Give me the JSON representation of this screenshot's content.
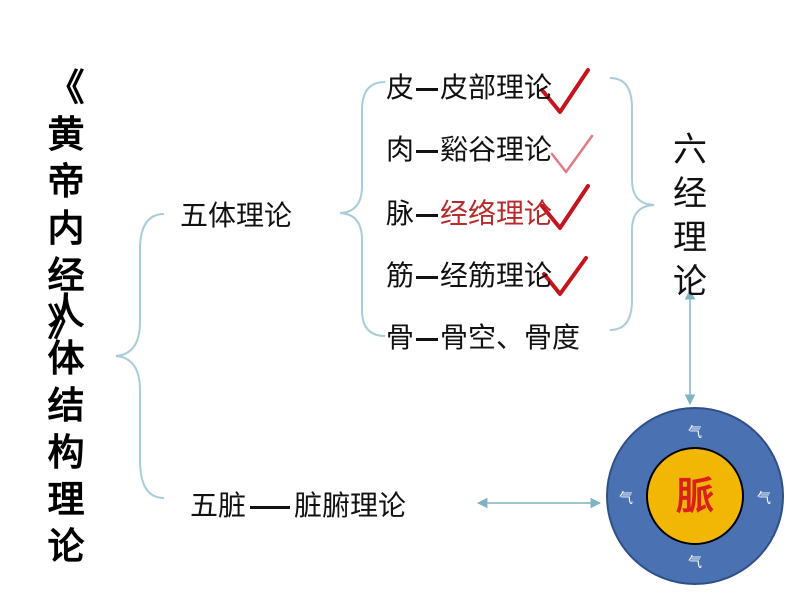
{
  "title": {
    "line1": [
      "《",
      "黄",
      "帝",
      "内",
      "经",
      "》"
    ],
    "line2": [
      "人",
      "体",
      "结",
      "构",
      "理",
      "论"
    ]
  },
  "wuti": {
    "label": "五体理论"
  },
  "wuti_items": [
    {
      "head": "皮",
      "tail": "皮部理论",
      "checked": true
    },
    {
      "head": "肉",
      "tail": "谿谷理论",
      "checked": true
    },
    {
      "head": "脉",
      "tail": "经络理论",
      "checked": true,
      "highlight": true
    },
    {
      "head": "筋",
      "tail": "经筋理论",
      "checked": true
    },
    {
      "head": "骨",
      "tail": "骨空、骨度",
      "checked": false
    }
  ],
  "wuzang": {
    "head": "五脏",
    "tail": "脏腑理论"
  },
  "liujing": [
    "六",
    "经",
    "理",
    "论"
  ],
  "circle": {
    "center": "脈",
    "qi": [
      "气",
      "气",
      "气",
      "气"
    ],
    "colors": {
      "outer": "#4a72b3",
      "inner": "#f2b705"
    }
  },
  "colors": {
    "brace": "#a9cdd6",
    "check": "#c4141e",
    "check_faint": "#e27a86",
    "highlight": "#b52a2a",
    "arrow": "#7fb3c2"
  }
}
